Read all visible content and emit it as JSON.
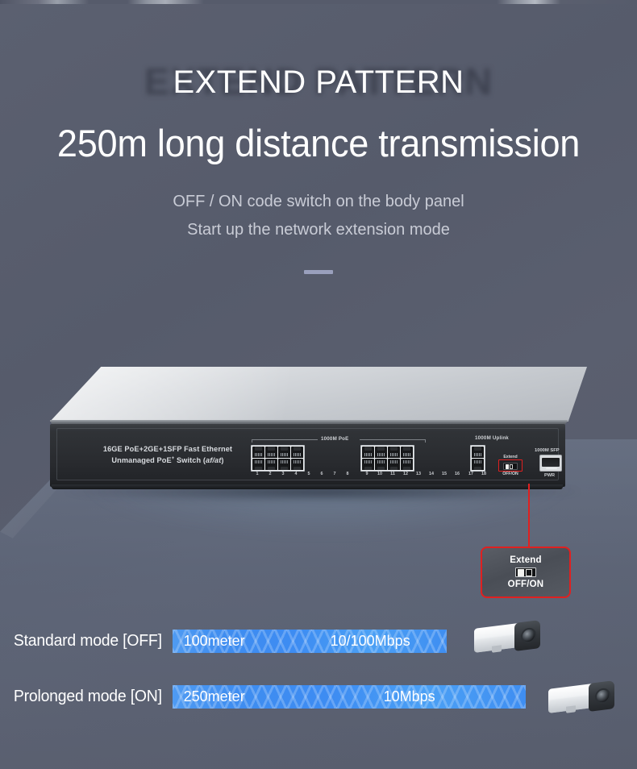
{
  "meta": {
    "background_color": "#575c6c",
    "accent_blue": "#3f8ef1",
    "accent_red": "#e02020"
  },
  "header": {
    "eyebrow": "EXTEND PATTERN",
    "eyebrow_ghost": "EXTEND PATTERN",
    "headline": "250m long distance transmission",
    "subtitle_line1": "OFF / ON code switch on the body panel",
    "subtitle_line2": "Start up the network extension mode"
  },
  "device": {
    "model_line1": "16GE PoE+2GE+1SFP Fast Ethernet",
    "model_line2_pre": "Unmanaged PoE",
    "model_line2_sup": "+",
    "model_line2_mid": " Switch (",
    "model_line2_italic": "af/at",
    "model_line2_post": ")",
    "poe_group_label": "1000M PoE",
    "uplink_group_label": "1000M Uplink",
    "sfp_label": "1000M SFP",
    "pwr_label": "PWR",
    "dip_label_top": "Extend",
    "dip_label_bottom": "OFF/ON",
    "poe_port_numbers_bank1": [
      "1",
      "2",
      "3",
      "4",
      "5",
      "6",
      "7",
      "8"
    ],
    "poe_port_numbers_bank2": [
      "9",
      "10",
      "11",
      "12",
      "13",
      "14",
      "15",
      "16"
    ],
    "uplink_port_numbers": [
      "17",
      "18"
    ]
  },
  "callout": {
    "title": "Extend",
    "subtitle": "OFF/ON"
  },
  "comparison": {
    "rows": [
      {
        "label": "Standard mode [OFF]",
        "distance": "100meter",
        "speed": "10/100Mbps"
      },
      {
        "label": "Prolonged mode [ON]",
        "distance": "250meter",
        "speed": "10Mbps"
      }
    ]
  }
}
